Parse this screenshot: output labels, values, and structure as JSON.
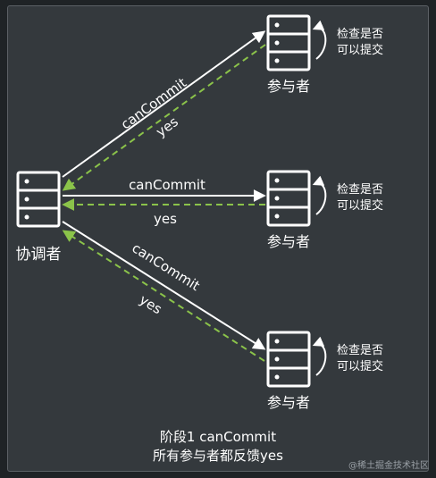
{
  "coordinator": {
    "label": "协调者"
  },
  "participants": [
    {
      "label": "参与者",
      "self_check": [
        "检查是否",
        "可以提交"
      ]
    },
    {
      "label": "参与者",
      "self_check": [
        "检查是否",
        "可以提交"
      ]
    },
    {
      "label": "参与者",
      "self_check": [
        "检查是否",
        "可以提交"
      ]
    }
  ],
  "messages": {
    "request": "canCommit",
    "response": "yes"
  },
  "caption": {
    "line1": "阶段1 canCommit",
    "line2": "所有参与者都反馈yes"
  },
  "watermark": "@稀土掘金技术社区",
  "colors": {
    "background": "#34393d",
    "request_arrow": "#ffffff",
    "response_arrow": "#8bc34a",
    "text": "#ffffff"
  }
}
